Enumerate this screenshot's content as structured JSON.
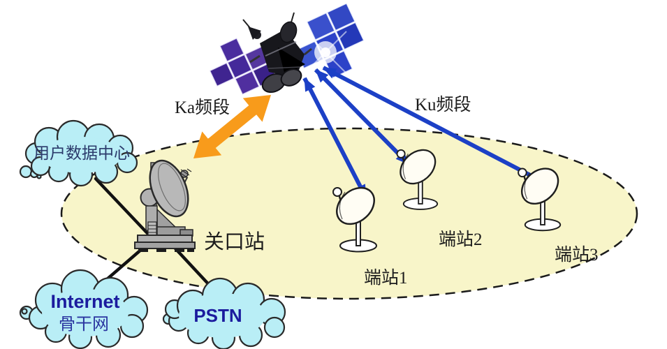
{
  "diagram": {
    "links": {
      "ka_band_label": "Ka频段",
      "ku_band_label": "Ku频段"
    },
    "gateway_label": "关口站",
    "terminals": [
      {
        "label": "端站1"
      },
      {
        "label": "端站2"
      },
      {
        "label": "端站3"
      }
    ],
    "clouds": {
      "user_data_center_label": "用户数据中心",
      "internet_label": "Internet",
      "internet_sub_label": "骨干网",
      "pstn_label": "PSTN"
    },
    "colors": {
      "coverage_fill": "#f8f5c9",
      "cloud_fill": "#b9eef6",
      "ku_link_blue": "#1c40c6",
      "ka_link_orange": "#f89b1b",
      "solar_panel_purple": "#44299a",
      "solar_panel_blue": "#2c42c8",
      "cloud_text_blue": "#1b1b9e"
    }
  }
}
